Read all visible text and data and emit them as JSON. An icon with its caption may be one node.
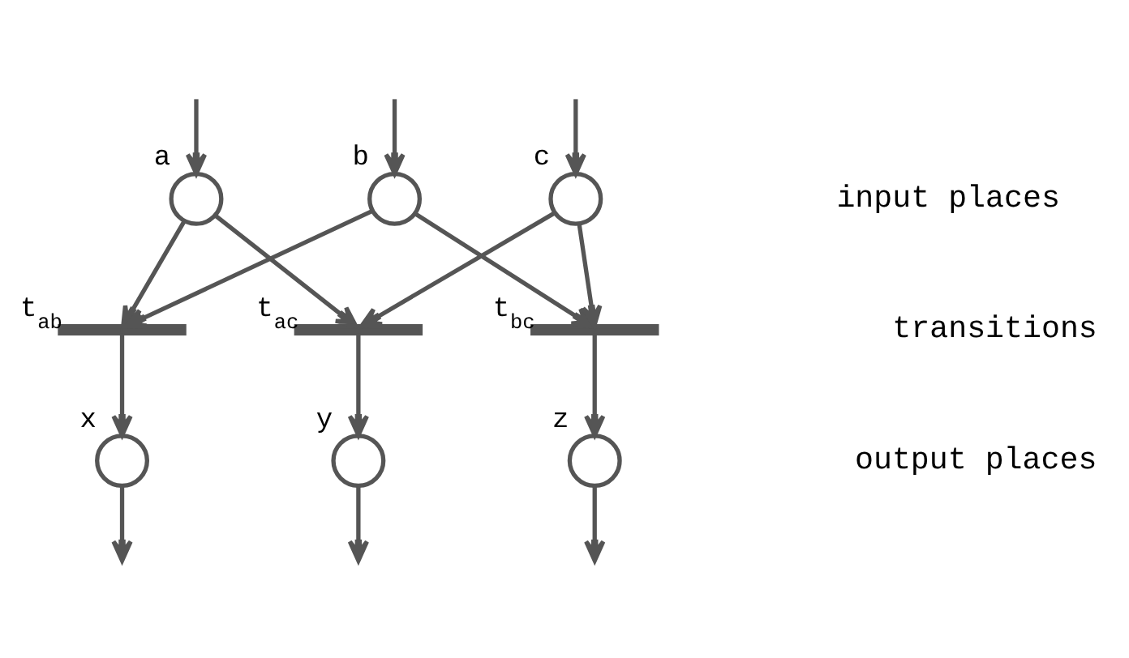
{
  "diagram": {
    "nodes": [
      {
        "text": [],
        "shape": "circle",
        "beside": [
          "a"
        ]
      },
      {
        "text": [],
        "shape": "circle",
        "beside": [
          "b"
        ]
      },
      {
        "text": [],
        "shape": "circle",
        "beside": [
          "c"
        ]
      },
      {
        "text": [],
        "shape": "bar",
        "beside": [
          "t$_{ab}$"
        ]
      },
      {
        "text": [],
        "shape": "bar",
        "beside": [
          "t$_{ac}$"
        ]
      },
      {
        "text": [],
        "shape": "bar",
        "beside": [
          "t$_{bc}$"
        ]
      },
      {
        "text": [],
        "shape": "circle",
        "beside": [
          "x"
        ]
      },
      {
        "text": [],
        "shape": "circle",
        "beside": [
          "y"
        ]
      },
      {
        "text": [],
        "shape": "circle",
        "beside": [
          "z"
        ]
      }
    ],
    "edges": [
      {
        "from": null,
        "to": 0,
        "arrow": "to"
      },
      {
        "from": null,
        "to": 1,
        "arrow": "to"
      },
      {
        "from": null,
        "to": 2,
        "arrow": "to"
      },
      {
        "from": 0,
        "to": 3,
        "arrow": "to"
      },
      {
        "from": 0,
        "to": 4,
        "arrow": "to"
      },
      {
        "from": 1,
        "to": 3,
        "arrow": "to"
      },
      {
        "from": 1,
        "to": 5,
        "arrow": "to"
      },
      {
        "from": 2,
        "to": 4,
        "arrow": "to"
      },
      {
        "from": 2,
        "to": 5,
        "arrow": "to"
      },
      {
        "from": 3,
        "to": 6,
        "arrow": "to"
      },
      {
        "from": 4,
        "to": 7,
        "arrow": "to"
      },
      {
        "from": 5,
        "to": 8,
        "arrow": "to"
      },
      {
        "from": 6,
        "to": null,
        "arrow": "to"
      },
      {
        "from": 7,
        "to": null,
        "arrow": "to"
      },
      {
        "from": 8,
        "to": null,
        "arrow": "to"
      }
    ],
    "labels": [
      "input places",
      "transitions",
      "output places"
    ]
  }
}
